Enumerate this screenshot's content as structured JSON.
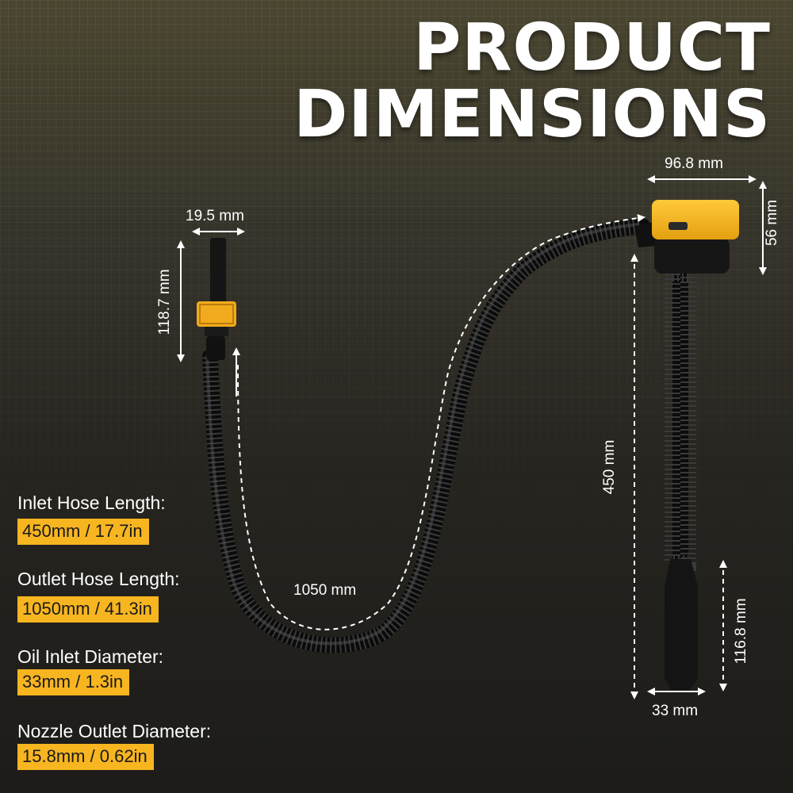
{
  "title": {
    "line1": "PRODUCT",
    "line2": "DIMENSIONS"
  },
  "dimensions": {
    "pump_width": "96.8 mm",
    "pump_height": "56 mm",
    "inlet_connector_width": "19.5 mm",
    "inlet_connector_height": "118.7 mm",
    "outlet_hose": "1050 mm",
    "tube_length": "450 mm",
    "nozzle_height": "116.8 mm",
    "nozzle_width": "33 mm"
  },
  "specs": [
    {
      "label": "Inlet Hose Length:",
      "value": "450mm / 17.7in"
    },
    {
      "label": "Outlet Hose Length:",
      "value": "1050mm / 41.3in"
    },
    {
      "label": "Oil Inlet Diameter:",
      "value": "33mm / 1.3in"
    },
    {
      "label": "Nozzle Outlet Diameter:",
      "value": "15.8mm / 0.62in"
    }
  ],
  "colors": {
    "accent": "#f7b520",
    "background": "#26241f",
    "text": "#ffffff"
  }
}
